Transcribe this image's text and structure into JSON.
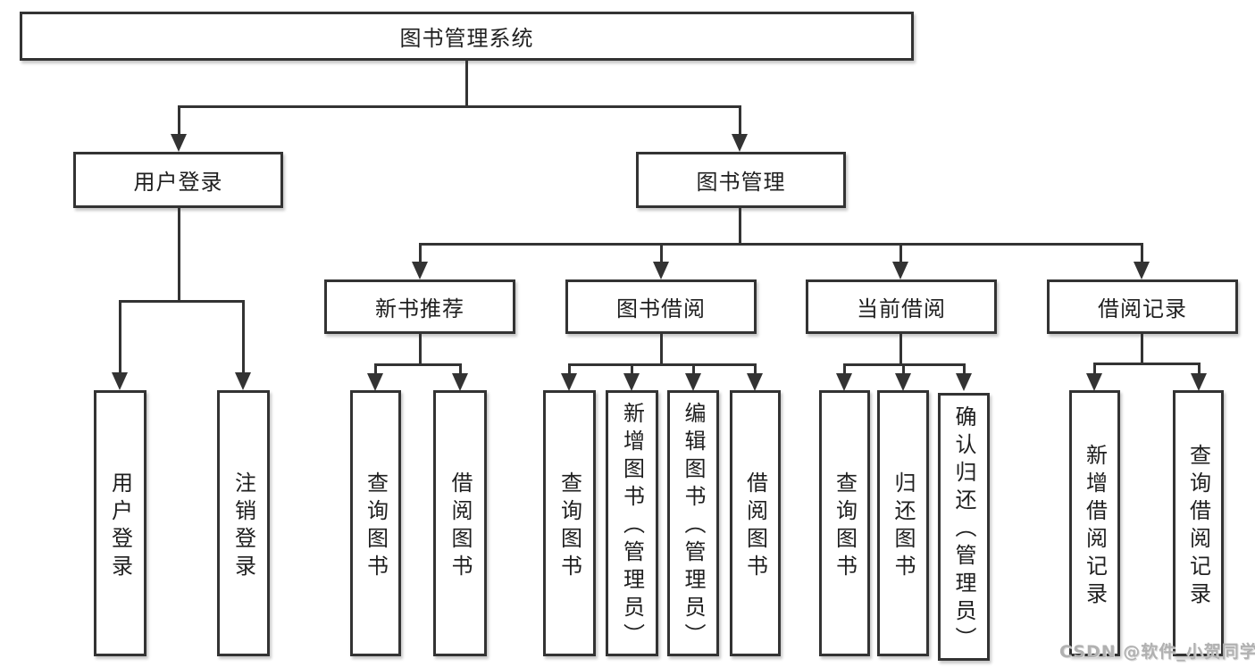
{
  "diagram": {
    "root": {
      "label": "图书管理系统"
    },
    "level2": [
      {
        "label": "用户登录"
      },
      {
        "label": "图书管理"
      }
    ],
    "level3": [
      {
        "label": "新书推荐"
      },
      {
        "label": "图书借阅"
      },
      {
        "label": "当前借阅"
      },
      {
        "label": "借阅记录"
      }
    ],
    "leaves": [
      {
        "label": "用户登录"
      },
      {
        "label": "注销登录"
      },
      {
        "label": "查询图书"
      },
      {
        "label": "借阅图书"
      },
      {
        "label": "查询图书"
      },
      {
        "label": "新增图书（管理员）"
      },
      {
        "label": "编辑图书（管理员）"
      },
      {
        "label": "借阅图书"
      },
      {
        "label": "查询图书"
      },
      {
        "label": "归还图书"
      },
      {
        "label": "确认归还（管理员）"
      },
      {
        "label": "新增借阅记录"
      },
      {
        "label": "查询借阅记录"
      }
    ],
    "watermark": "CSDN @软件_小贺同学",
    "colors": {
      "line": "#333333",
      "text": "#1f1f1f",
      "watermark": "#b1b1b1",
      "background": "#ffffff"
    }
  }
}
